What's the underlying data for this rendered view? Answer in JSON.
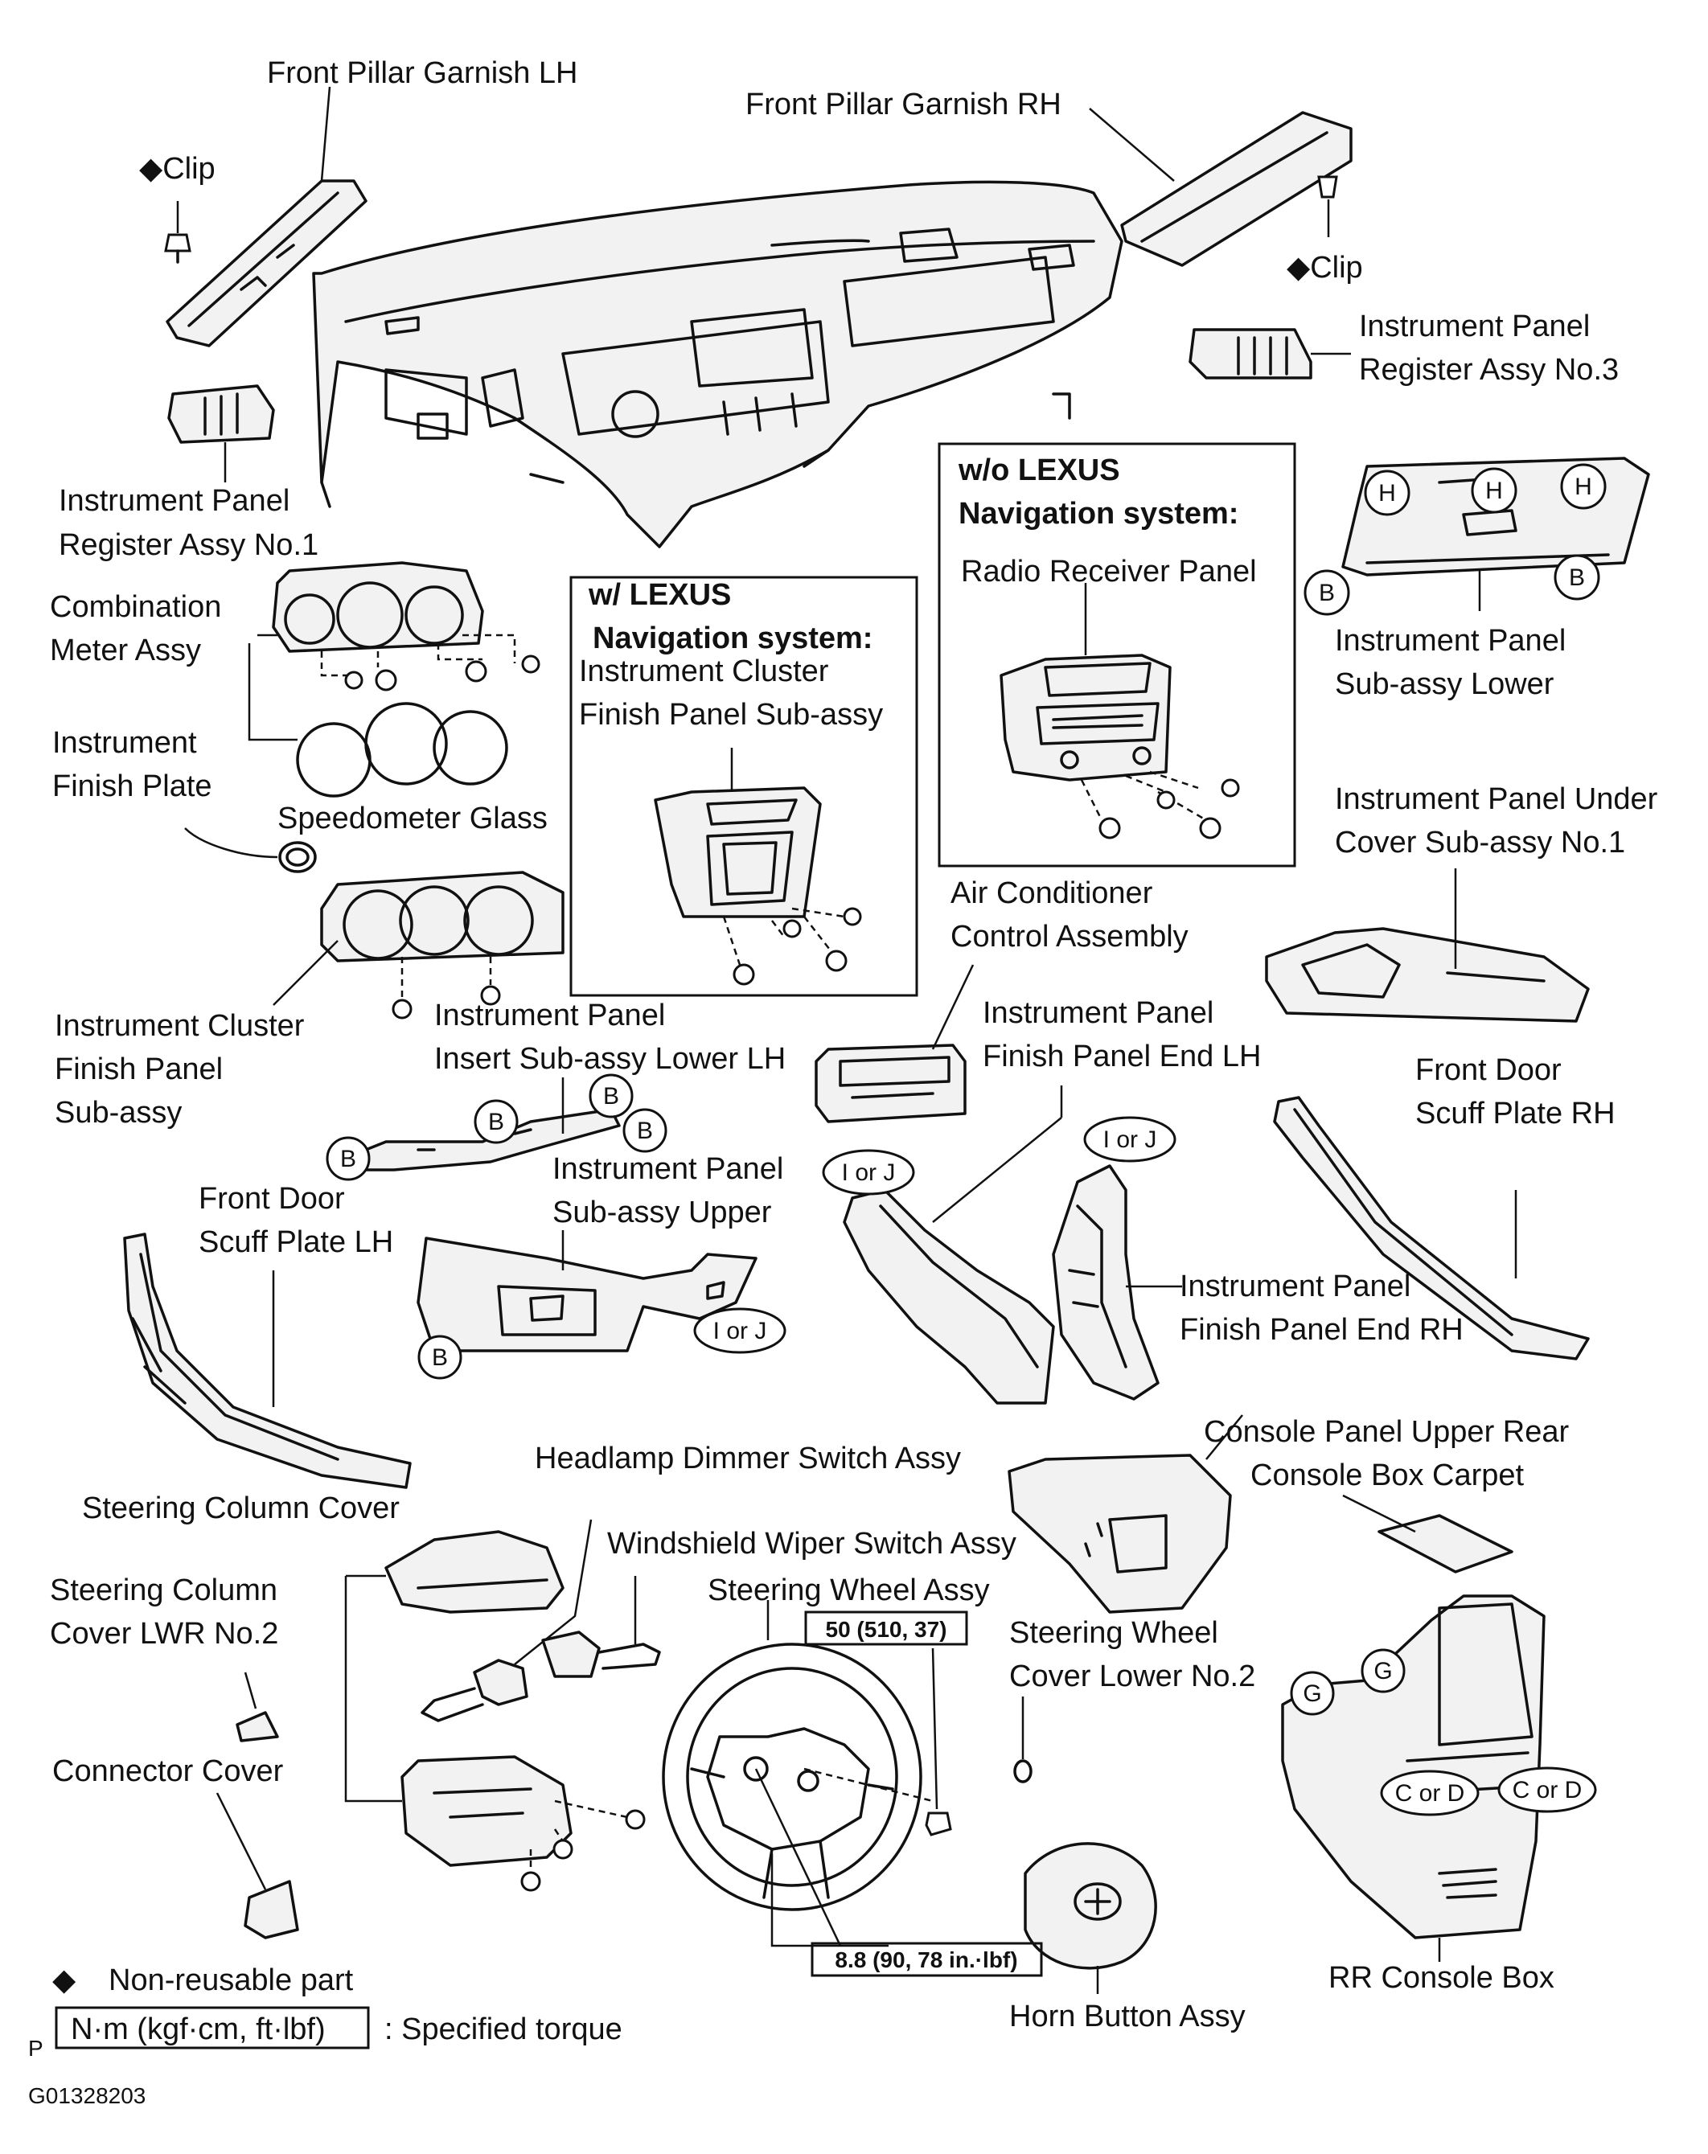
{
  "labels": {
    "front_pillar_garnish_lh": "Front Pillar Garnish LH",
    "front_pillar_garnish_rh": "Front Pillar Garnish RH",
    "clip_left": "◆Clip",
    "clip_right": "◆Clip",
    "ip_register_no3_l1": "Instrument Panel",
    "ip_register_no3_l2": "Register Assy No.3",
    "ip_register_no1_l1": "Instrument Panel",
    "ip_register_no1_l2": "Register Assy No.1",
    "combination_meter_l1": "Combination",
    "combination_meter_l2": "Meter Assy",
    "instrument_finish_plate_l1": "Instrument",
    "instrument_finish_plate_l2": "Finish Plate",
    "speedometer_glass": "Speedometer Glass",
    "cluster_finish_panel_l1": "Instrument Cluster",
    "cluster_finish_panel_l2": "Finish Panel",
    "cluster_finish_panel_l3": "Sub-assy",
    "insert_lower_lh_l1": "Instrument Panel",
    "insert_lower_lh_l2": "Insert Sub-assy Lower LH",
    "ip_sub_upper_l1": "Instrument Panel",
    "ip_sub_upper_l2": "Sub-assy Upper",
    "front_door_scuff_lh_l1": "Front Door",
    "front_door_scuff_lh_l2": "Scuff Plate LH",
    "front_door_scuff_rh_l1": "Front Door",
    "front_door_scuff_rh_l2": "Scuff Plate RH",
    "ac_control_l1": "Air Conditioner",
    "ac_control_l2": "Control Assembly",
    "finish_end_lh_l1": "Instrument Panel",
    "finish_end_lh_l2": "Finish Panel End LH",
    "finish_end_rh_l1": "Instrument Panel",
    "finish_end_rh_l2": "Finish Panel End RH",
    "under_cover_l1": "Instrument Panel Under",
    "under_cover_l2": "Cover Sub-assy No.1",
    "ip_sub_lower_l1": "Instrument Panel",
    "ip_sub_lower_l2": "Sub-assy Lower",
    "steering_column_cover": "Steering Column Cover",
    "steering_column_cover_lwr_l1": "Steering Column",
    "steering_column_cover_lwr_l2": "Cover LWR No.2",
    "connector_cover": "Connector Cover",
    "headlamp_dimmer": "Headlamp Dimmer Switch Assy",
    "wiper_switch": "Windshield Wiper Switch Assy",
    "steering_wheel": "Steering Wheel Assy",
    "steering_wheel_cover_l1": "Steering Wheel",
    "steering_wheel_cover_l2": "Cover Lower No.2",
    "horn_button": "Horn Button Assy",
    "console_upper_rear": "Console Panel Upper Rear",
    "console_box_carpet": "Console Box Carpet",
    "rr_console_box": "RR Console Box"
  },
  "insets": {
    "with_nav_l1": "w/ LEXUS",
    "with_nav_l2": "Navigation system:",
    "with_nav_part_l1": "Instrument Cluster",
    "with_nav_part_l2": "Finish Panel Sub-assy",
    "without_nav_l1": "w/o LEXUS",
    "without_nav_l2": "Navigation system:",
    "without_nav_part": "Radio Receiver Panel"
  },
  "torque": {
    "steering_wheel_nut": "50 (510, 37)",
    "airbag_screw": "8.8 (90, 78 in.·lbf)"
  },
  "clip_codes": {
    "h": "H",
    "b": "B",
    "i_or_j": "I or J",
    "g": "G",
    "c_or_d": "C or D"
  },
  "legend": {
    "diamond": "◆",
    "non_reusable": "Non-reusable part",
    "torque_box": "N·m (kgf·cm, ft·lbf)",
    "torque_desc": ": Specified torque",
    "p_mark": "P"
  },
  "figure_code": "G01328203"
}
